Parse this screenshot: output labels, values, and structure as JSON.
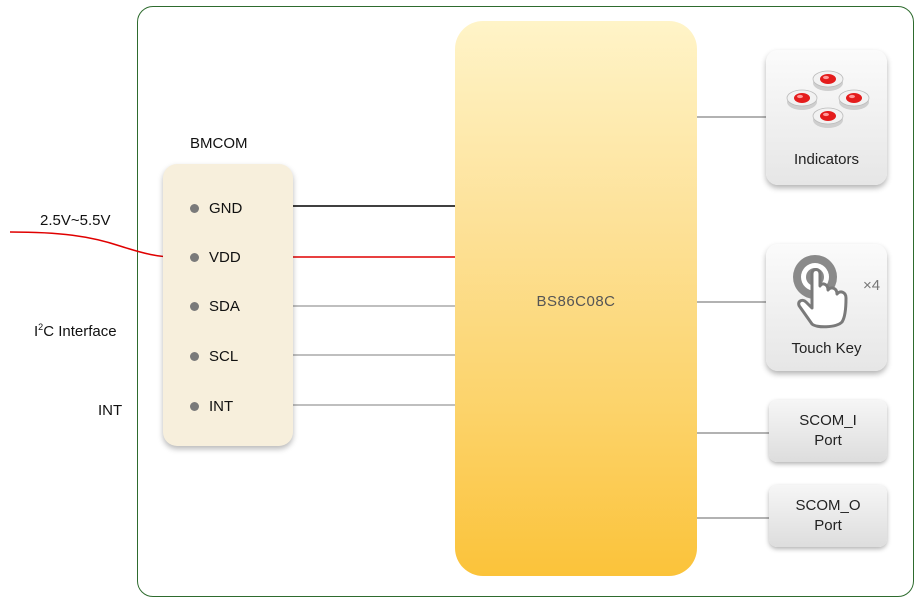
{
  "module": {
    "title": "BMCOM",
    "pins": [
      "GND",
      "VDD",
      "SDA",
      "SCL",
      "INT"
    ]
  },
  "mcu": {
    "label": "BS86C08C"
  },
  "external": {
    "supply": "2.5V~5.5V",
    "i2c_prefix": "I",
    "i2c_sup": "2",
    "i2c_suffix": "C Interface",
    "int": "INT"
  },
  "peripherals": {
    "indicators": "Indicators",
    "touch_key": "Touch Key",
    "touch_count": "×4",
    "scom_i": [
      "SCOM_I",
      "Port"
    ],
    "scom_o": [
      "SCOM_O",
      "Port"
    ]
  },
  "colors": {
    "frame": "#2e6b2e",
    "power": "#e00000",
    "ground": "#000000",
    "signal": "#aaaaaa",
    "mcu": "#fcd36a"
  }
}
